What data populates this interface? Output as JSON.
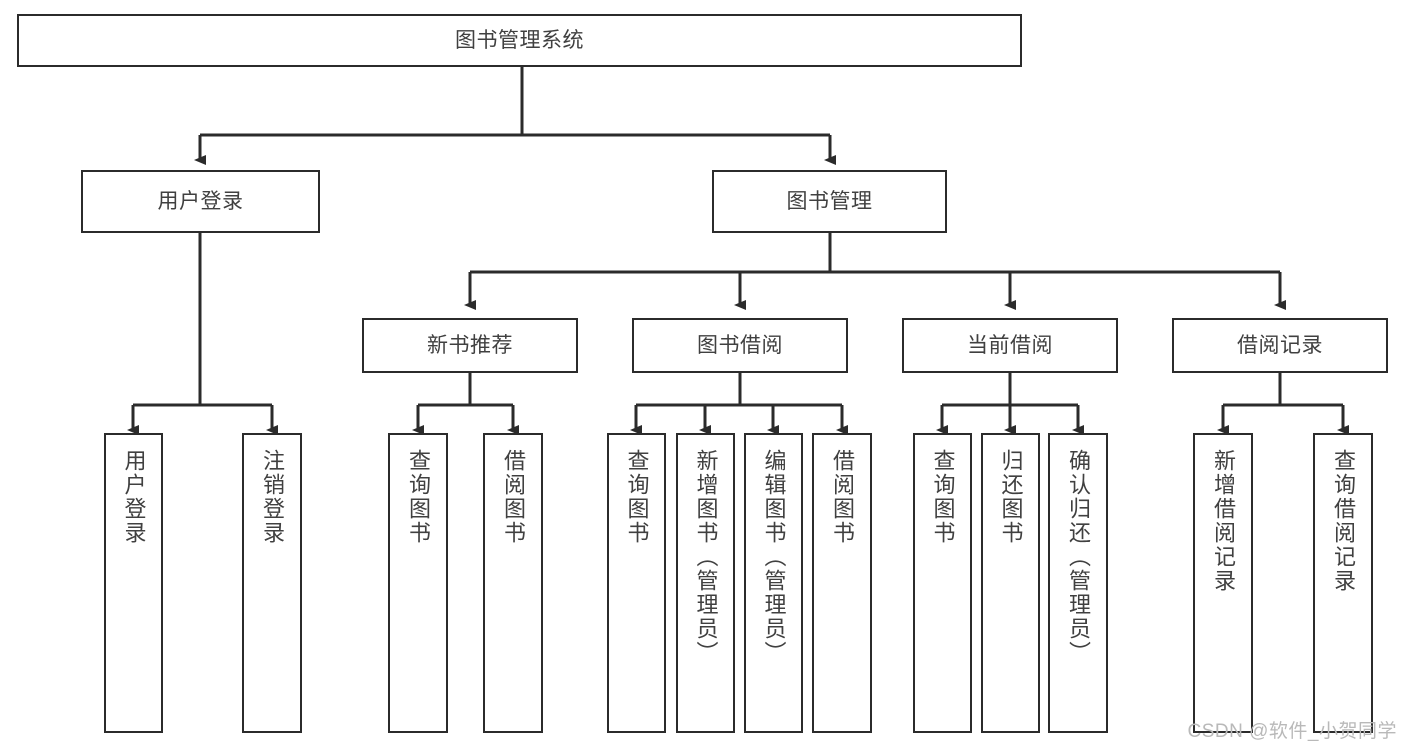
{
  "diagram": {
    "title": "图书管理系统",
    "type": "hierarchy-tree",
    "watermark": "CSDN @软件_小贺同学",
    "colors": {
      "stroke": "#2b2b2b",
      "fill": "#ffffff",
      "text": "#404040",
      "watermark": "#b9b9b9"
    },
    "nodes": {
      "root": {
        "label": "图书管理系统"
      },
      "level2": [
        {
          "id": "user-login",
          "label": "用户登录"
        },
        {
          "id": "book-manage",
          "label": "图书管理"
        }
      ],
      "level3": [
        {
          "id": "new-book-rec",
          "label": "新书推荐"
        },
        {
          "id": "book-borrow",
          "label": "图书借阅"
        },
        {
          "id": "current-borrow",
          "label": "当前借阅"
        },
        {
          "id": "borrow-record",
          "label": "借阅记录"
        }
      ],
      "leaves": [
        {
          "id": "leaf-user-login",
          "label": "用户登录",
          "parent": "user-login"
        },
        {
          "id": "leaf-logout",
          "label": "注销登录",
          "parent": "user-login"
        },
        {
          "id": "leaf-query-book-1",
          "label": "查询图书",
          "parent": "new-book-rec"
        },
        {
          "id": "leaf-borrow-book-1",
          "label": "借阅图书",
          "parent": "new-book-rec"
        },
        {
          "id": "leaf-query-book-2",
          "label": "查询图书",
          "parent": "book-borrow"
        },
        {
          "id": "leaf-add-book",
          "label": "新增图书（管理员）",
          "parent": "book-borrow"
        },
        {
          "id": "leaf-edit-book",
          "label": "编辑图书（管理员）",
          "parent": "book-borrow"
        },
        {
          "id": "leaf-borrow-book-2",
          "label": "借阅图书",
          "parent": "book-borrow"
        },
        {
          "id": "leaf-query-book-3",
          "label": "查询图书",
          "parent": "current-borrow"
        },
        {
          "id": "leaf-return-book",
          "label": "归还图书",
          "parent": "current-borrow"
        },
        {
          "id": "leaf-confirm-return",
          "label": "确认归还（管理员）",
          "parent": "current-borrow"
        },
        {
          "id": "leaf-add-record",
          "label": "新增借阅记录",
          "parent": "borrow-record"
        },
        {
          "id": "leaf-query-record",
          "label": "查询借阅记录",
          "parent": "borrow-record"
        }
      ]
    }
  }
}
